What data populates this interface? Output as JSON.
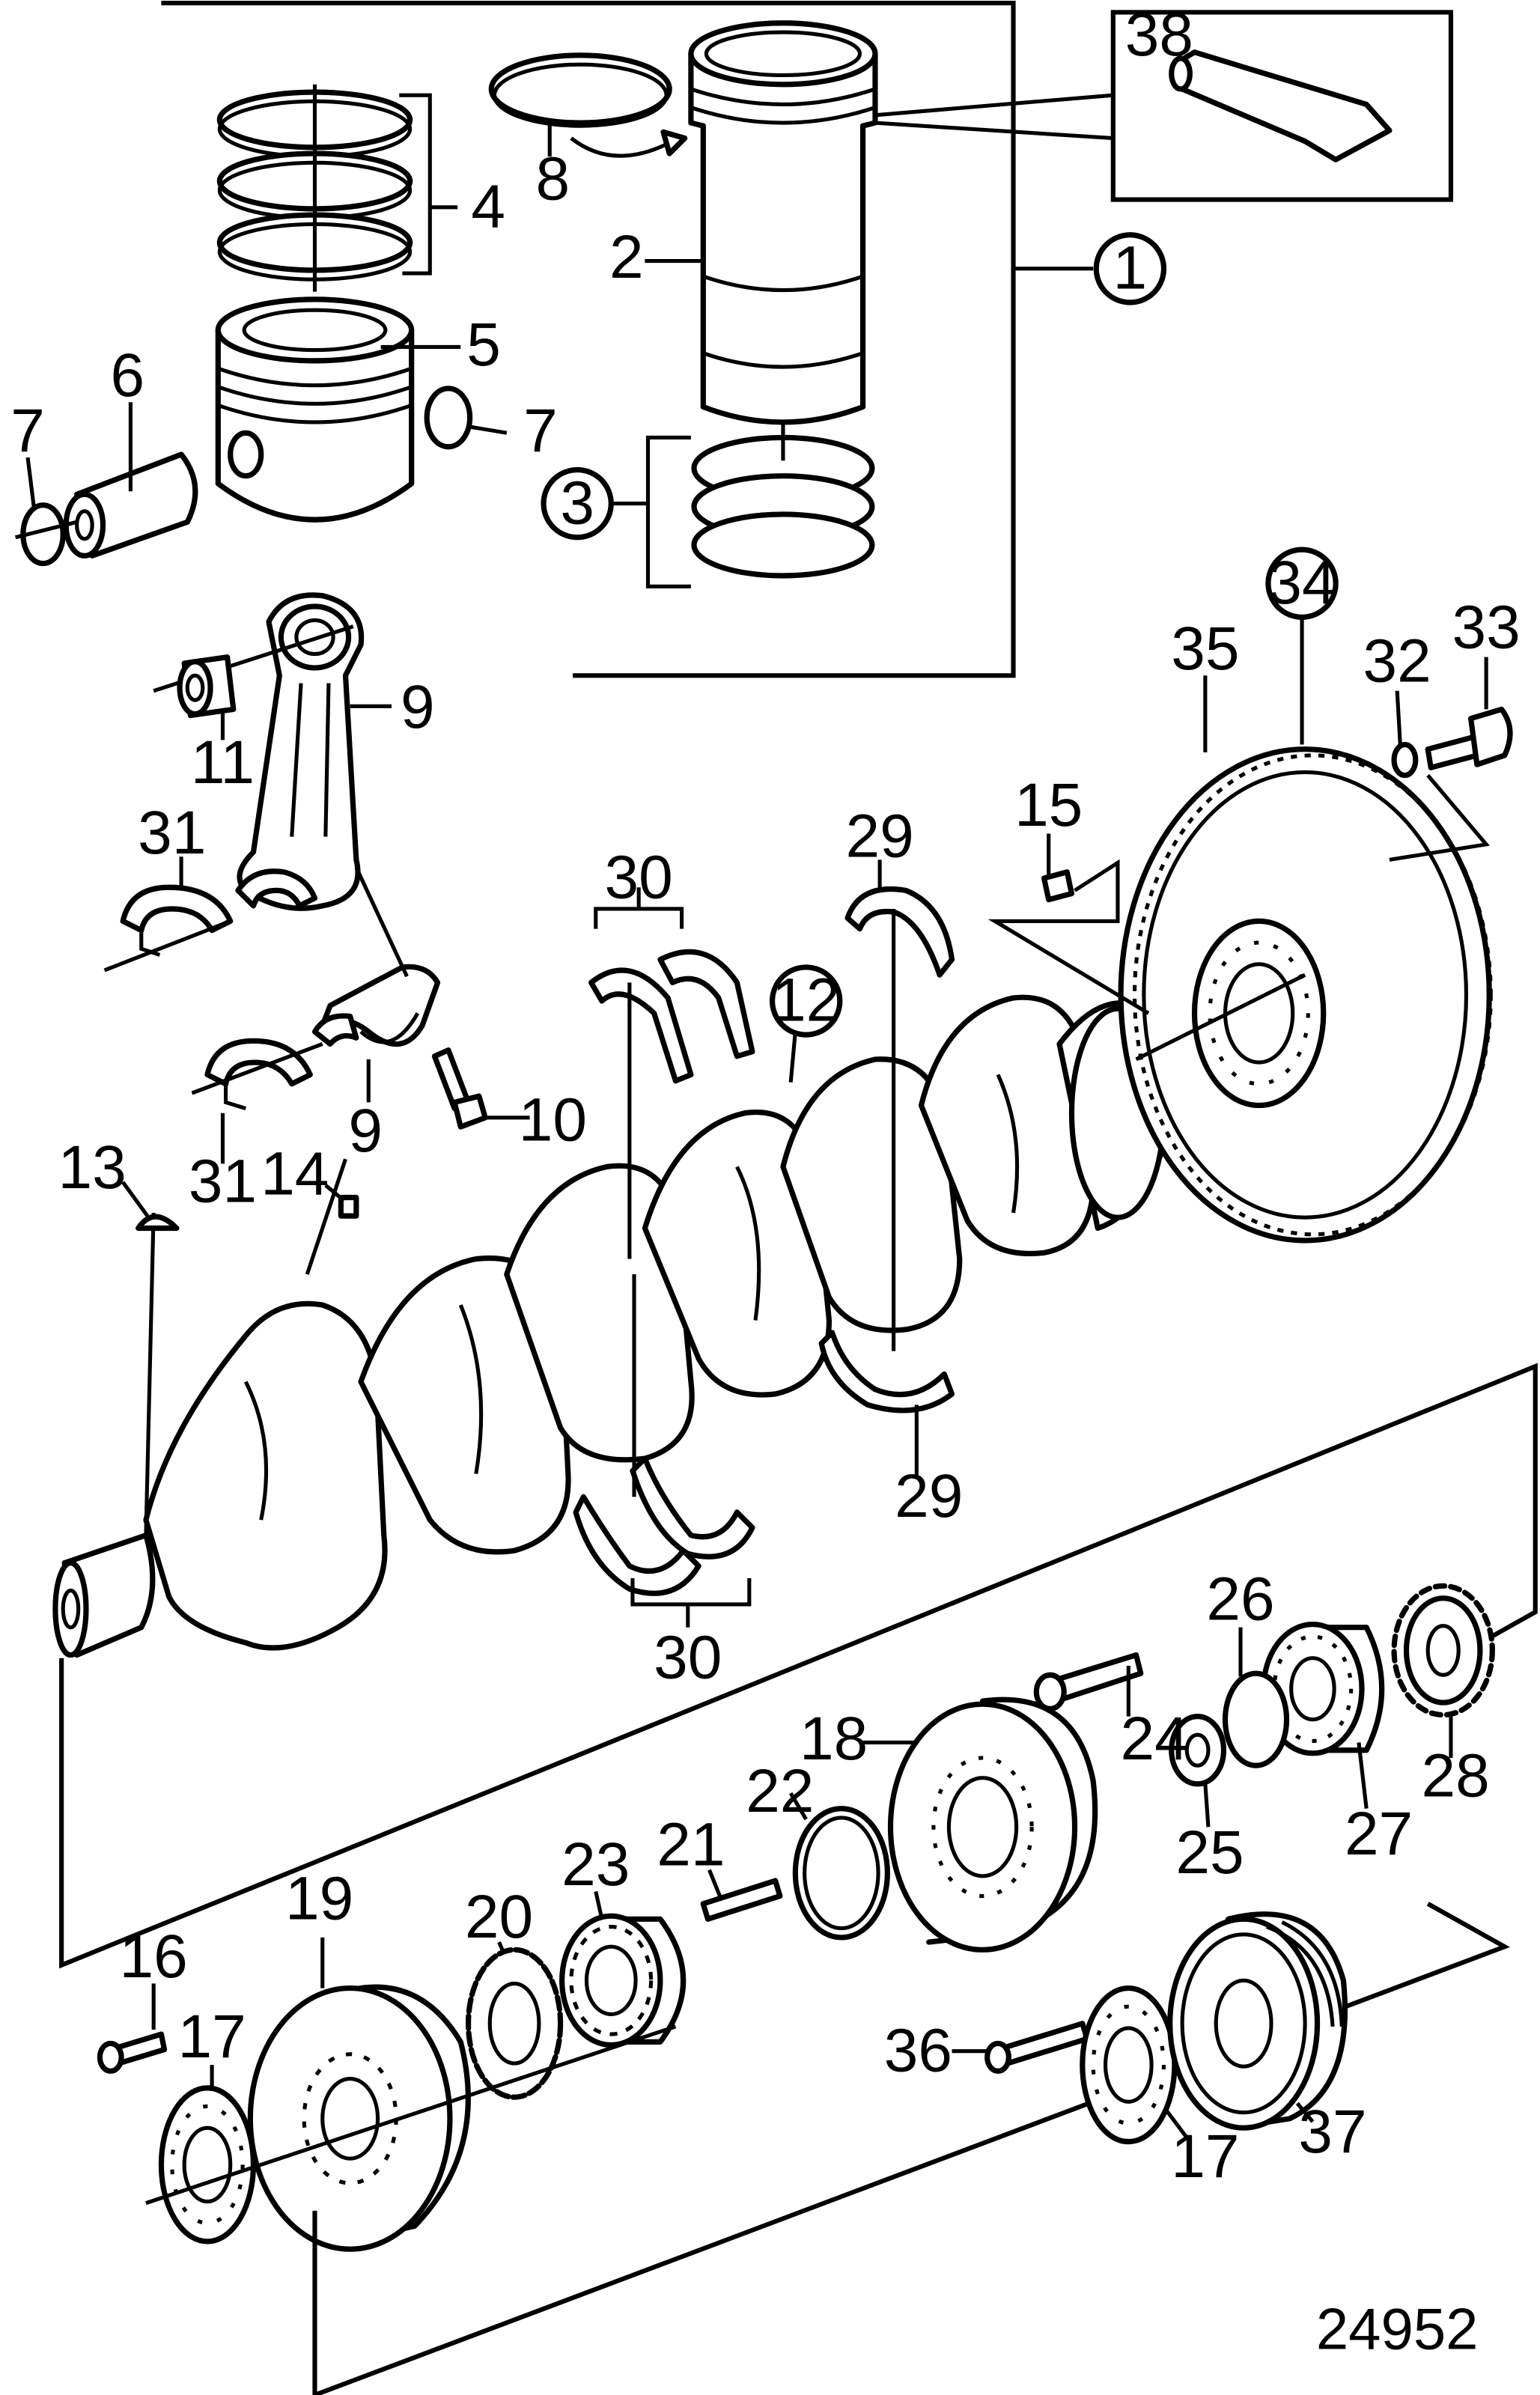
{
  "figure_number": "24952",
  "callouts": {
    "c1": "1",
    "c2": "2",
    "c3": "3",
    "c4": "4",
    "c5": "5",
    "c6": "6",
    "c7a": "7",
    "c7b": "7",
    "c8": "8",
    "c9a": "9",
    "c9b": "9",
    "c10": "10",
    "c11": "11",
    "c12": "12",
    "c13": "13",
    "c14": "14",
    "c15": "15",
    "c16": "16",
    "c17a": "17",
    "c17b": "17",
    "c18": "18",
    "c19": "19",
    "c20": "20",
    "c21": "21",
    "c22": "22",
    "c23": "23",
    "c24": "24",
    "c25": "25",
    "c26": "26",
    "c27": "27",
    "c28": "28",
    "c29a": "29",
    "c29b": "29",
    "c30a": "30",
    "c30b": "30",
    "c31a": "31",
    "c31b": "31",
    "c32": "32",
    "c33": "33",
    "c34": "34",
    "c35": "35",
    "c36": "36",
    "c37": "37",
    "c38": "38"
  }
}
